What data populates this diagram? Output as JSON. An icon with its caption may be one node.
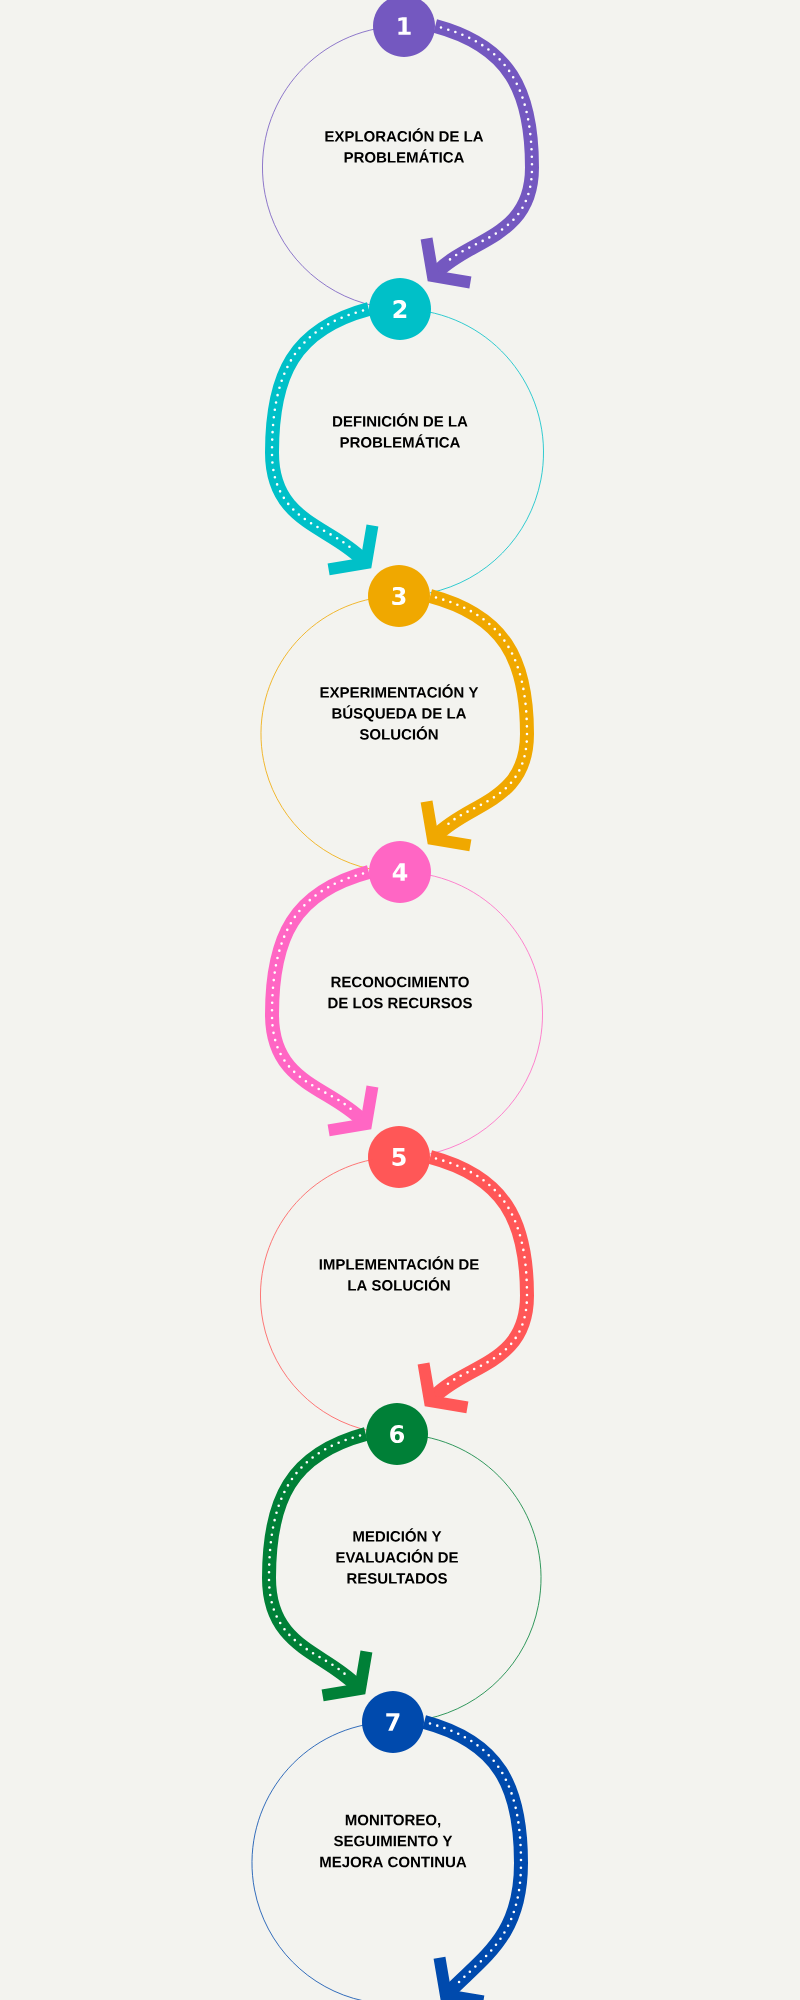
{
  "diagram": {
    "nodes": [
      {
        "text": [
          "1"
        ]
      },
      {
        "text": [
          "EXPLORACIÓN DE LA PROBLEMÁTICA"
        ]
      },
      {
        "text": [
          "2"
        ]
      },
      {
        "text": [
          "DEFINICIÓN DE LA PROBLEMÁTICA"
        ]
      },
      {
        "text": [
          "3"
        ]
      },
      {
        "text": [
          "EXPERIMENTACIÓN Y BÚSQUEDA DE LA SOLUCIÓN"
        ]
      },
      {
        "text": [
          "4"
        ]
      },
      {
        "text": [
          "RECONOCIMIENTO DE LOS RECURSOS"
        ]
      },
      {
        "text": [
          "5"
        ]
      },
      {
        "text": [
          "IMPLEMENTACIÓN DE LA SOLUCIÓN"
        ]
      },
      {
        "text": [
          "6"
        ]
      },
      {
        "text": [
          "MEDICIÓN Y EVALUACIÓN DE RESULTADOS"
        ]
      },
      {
        "text": [
          "7"
        ]
      },
      {
        "text": [
          "MONITOREO, SEGUIMIENTO Y MEJORA CONTINUA"
        ]
      }
    ],
    "edges": [
      {
        "from": 0,
        "to": 2,
        "arrow": "to",
        "color": "#7458c0"
      },
      {
        "from": 2,
        "to": 4,
        "arrow": "to",
        "color": "#00c0c8"
      },
      {
        "from": 4,
        "to": 6,
        "arrow": "to",
        "color": "#f0a800"
      },
      {
        "from": 6,
        "to": 8,
        "arrow": "to",
        "color": "#ff66c4"
      },
      {
        "from": 8,
        "to": 10,
        "arrow": "to",
        "color": "#ff5757"
      },
      {
        "from": 10,
        "to": 12,
        "arrow": "to",
        "color": "#008037"
      },
      {
        "from": 12,
        "to": null,
        "arrow": "to",
        "color": "#004aad"
      }
    ]
  }
}
